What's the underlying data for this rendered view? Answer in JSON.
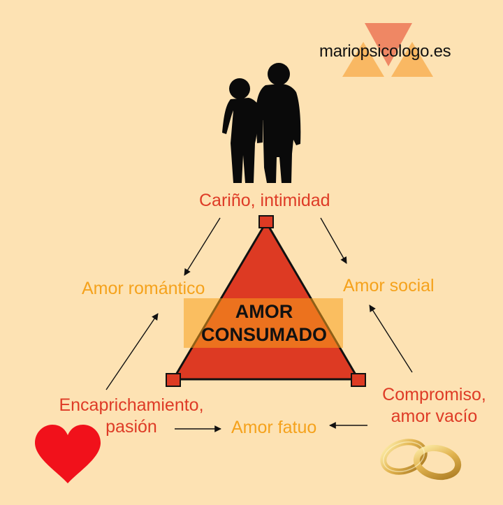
{
  "brand": {
    "site": "mariopsicologo.es"
  },
  "triangle": {
    "center": "AMOR\nCONSUMADO",
    "center_line1": "AMOR",
    "center_line2": "CONSUMADO"
  },
  "vertices": {
    "top": "Cariño, intimidad",
    "bottom_left_line1": "Encaprichamiento,",
    "bottom_left_line2": "pasión",
    "bottom_right_line1": "Compromiso,",
    "bottom_right_line2": "amor vacío"
  },
  "combinations": {
    "left": "Amor romántico",
    "right": "Amor social",
    "bottom": "Amor fatuo"
  },
  "icons": {
    "couple": "couple-silhouette-icon",
    "heart": "heart-icon",
    "rings": "wedding-rings-icon",
    "logo": "triangles-logo-icon"
  },
  "colors": {
    "background": "#fde2b3",
    "triangle": "#dd3a23",
    "vertex_text": "#de3b26",
    "combination_text": "#f5a21c",
    "center_band": "#f8a11c"
  }
}
